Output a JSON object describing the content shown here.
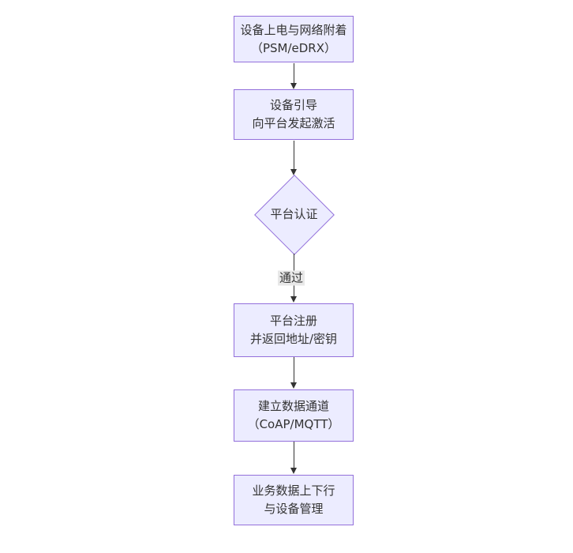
{
  "diagram": {
    "type": "flowchart-vertical",
    "colors": {
      "node_fill": "#ECECFF",
      "node_border": "#9370DB",
      "text": "#333333",
      "edge": "#333333",
      "edge_label_bg": "#e8e8e8",
      "background": "#ffffff"
    },
    "nodes": [
      {
        "shape": "rectangle",
        "line1": "设备上电与网络附着",
        "line2": "（PSM/eDRX）"
      },
      {
        "shape": "rectangle",
        "line1": "设备引导",
        "line2": "向平台发起激活"
      },
      {
        "shape": "diamond",
        "line1": "平台认证",
        "line2": ""
      },
      {
        "shape": "rectangle",
        "line1": "平台注册",
        "line2": "并返回地址/密钥"
      },
      {
        "shape": "rectangle",
        "line1": "建立数据通道",
        "line2": "（CoAP/MQTT）"
      },
      {
        "shape": "rectangle",
        "line1": "业务数据上下行",
        "line2": "与设备管理"
      }
    ],
    "edges": [
      {
        "from": 0,
        "to": 1,
        "label": ""
      },
      {
        "from": 1,
        "to": 2,
        "label": ""
      },
      {
        "from": 2,
        "to": 3,
        "label": "通过"
      },
      {
        "from": 3,
        "to": 4,
        "label": ""
      },
      {
        "from": 4,
        "to": 5,
        "label": ""
      }
    ],
    "edge_labels": {
      "auth_pass": "通过"
    }
  }
}
